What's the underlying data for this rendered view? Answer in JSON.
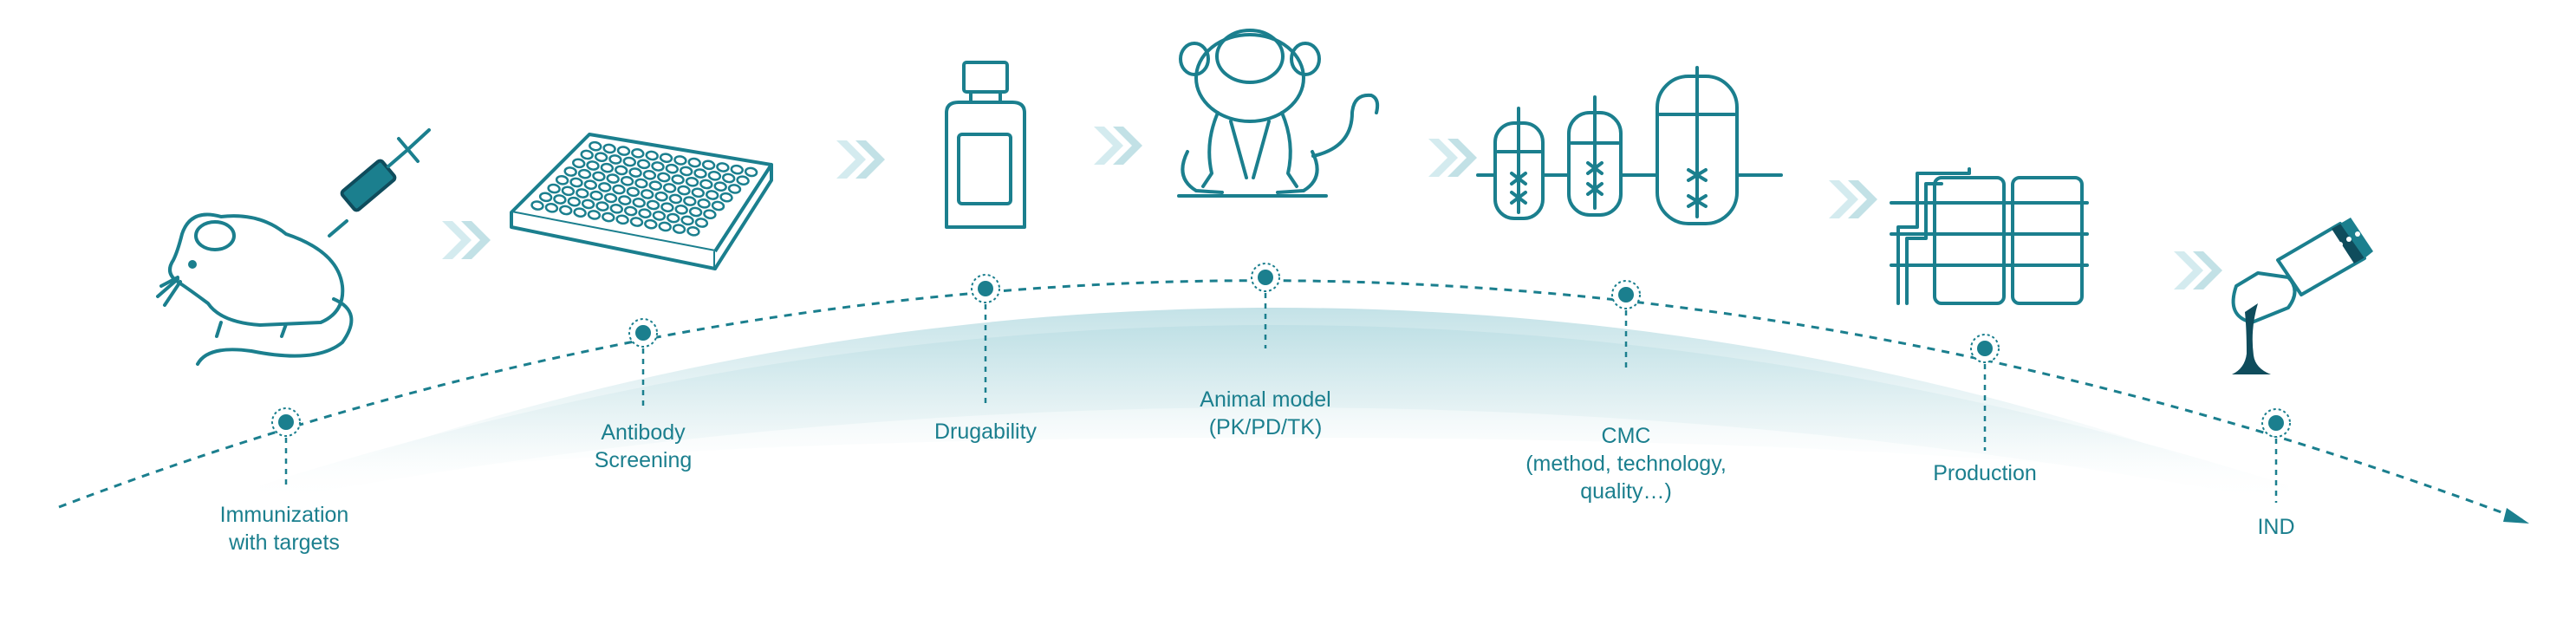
{
  "colors": {
    "primary": "#1b7f8e",
    "dark": "#0f4c5c",
    "arrow_light": "#d4ebef",
    "arc_fill": "#d9ecef"
  },
  "stages": [
    {
      "id": "immunization",
      "icon": "mouse-syringe-icon",
      "label_lines": [
        "Immunization",
        "with targets"
      ]
    },
    {
      "id": "antibody-screening",
      "icon": "well-plate-icon",
      "label_lines": [
        "Antibody",
        "Screening"
      ]
    },
    {
      "id": "drugability",
      "icon": "medicine-bottle-icon",
      "label_lines": [
        "Drugability"
      ]
    },
    {
      "id": "animal-model",
      "icon": "monkey-icon",
      "label_lines": [
        "Animal model",
        "(PK/PD/TK)"
      ]
    },
    {
      "id": "cmc",
      "icon": "bioreactors-icon",
      "label_lines": [
        "CMC",
        "(method, technology,",
        "quality…)"
      ]
    },
    {
      "id": "production",
      "icon": "production-tanks-icon",
      "label_lines": [
        "Production"
      ]
    },
    {
      "id": "ind",
      "icon": "pipette-tube-icon",
      "label_lines": [
        "IND"
      ]
    }
  ]
}
